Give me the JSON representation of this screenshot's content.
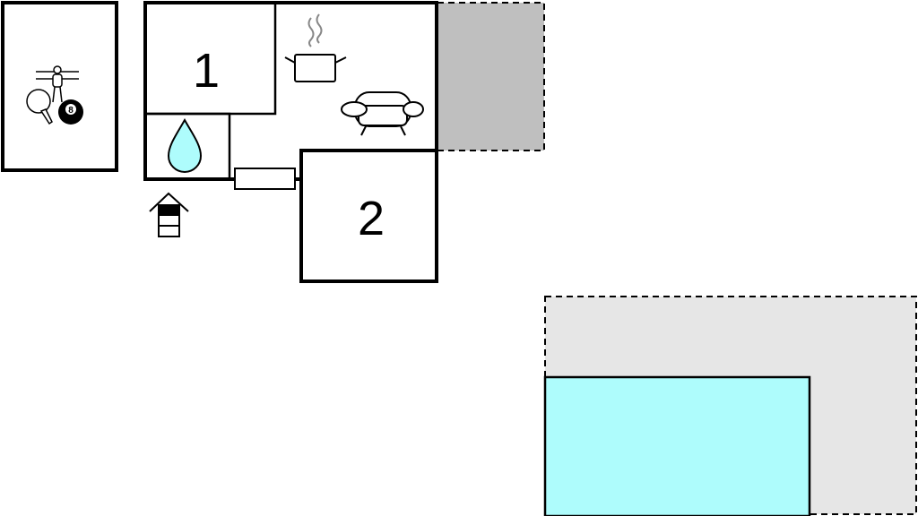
{
  "floorplan": {
    "rooms": [
      {
        "label": "1",
        "kind": "bedroom"
      },
      {
        "label": "2",
        "kind": "bedroom"
      }
    ],
    "icons": {
      "game_room": [
        "table-football-icon",
        "table-tennis-icon",
        "billiard-ball-icon"
      ],
      "bathroom": "water-drop-icon",
      "kitchen": "cooking-pot-icon",
      "living": "sofa-icon",
      "entrance": "house-entrance-icon"
    },
    "billiard_ball_number": "8",
    "areas": [
      "covered-terrace",
      "pool-terrace",
      "swimming-pool"
    ],
    "colors": {
      "wall": "#000000",
      "water": "#aefcfc",
      "covered_terrace": "#bfbfbf",
      "pool_terrace": "#e6e6e6",
      "background": "#ffffff"
    }
  }
}
